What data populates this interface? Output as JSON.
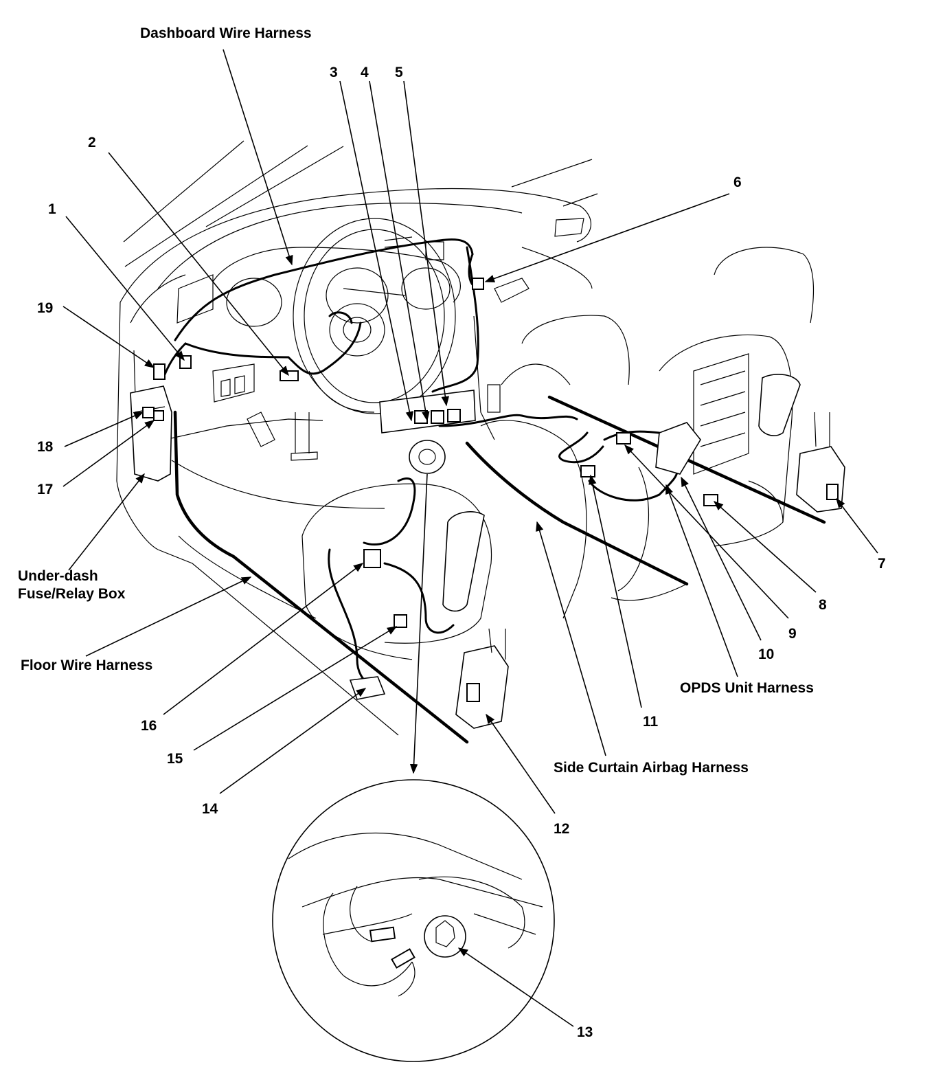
{
  "labels": {
    "dashboard_wire_harness": "Dashboard Wire Harness",
    "under_dash_line1": "Under-dash",
    "under_dash_line2": "Fuse/Relay Box",
    "floor_wire_harness": "Floor Wire Harness",
    "opds_unit_harness": "OPDS Unit Harness",
    "side_curtain_airbag_harness": "Side Curtain Airbag Harness"
  },
  "callouts": {
    "n1": "1",
    "n2": "2",
    "n3": "3",
    "n4": "4",
    "n5": "5",
    "n6": "6",
    "n7": "7",
    "n8": "8",
    "n9": "9",
    "n10": "10",
    "n11": "11",
    "n12": "12",
    "n13": "13",
    "n14": "14",
    "n15": "15",
    "n16": "16",
    "n17": "17",
    "n18": "18",
    "n19": "19"
  }
}
